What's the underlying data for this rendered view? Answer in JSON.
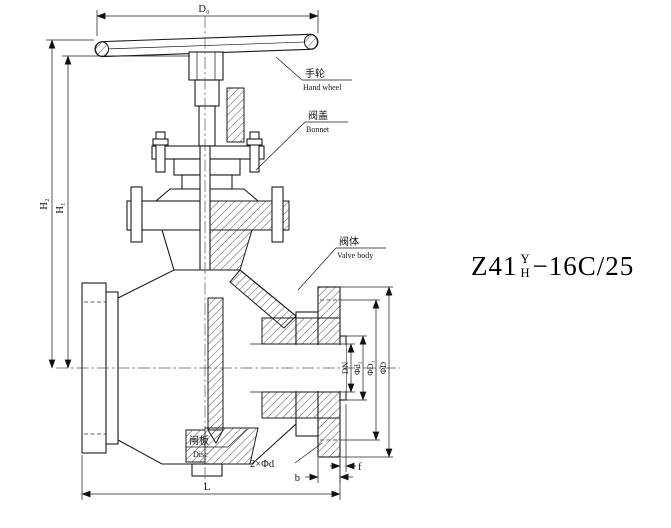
{
  "figure": {
    "model": {
      "series": "Z41",
      "upper": "Y",
      "lower": "H",
      "spec": "−16C/25"
    },
    "callouts": {
      "handwheel": {
        "zh": "手轮",
        "en": "Hand wheel"
      },
      "bonnet": {
        "zh": "阀盖",
        "en": "Bonnet"
      },
      "valve_body": {
        "zh": "阀体",
        "en": "Valve body"
      },
      "disc": {
        "zh": "闸板",
        "en": "Disc"
      }
    },
    "dimensions": {
      "top_width": "D₀",
      "height_outer": "H₂",
      "height_inner": "H₁",
      "length": "L",
      "bolt_holes": "2×Φd",
      "flange_thickness": "b",
      "raised_face": "f",
      "right": [
        "DN",
        "Φd₂",
        "ΦD₁",
        "ΦD"
      ]
    }
  }
}
